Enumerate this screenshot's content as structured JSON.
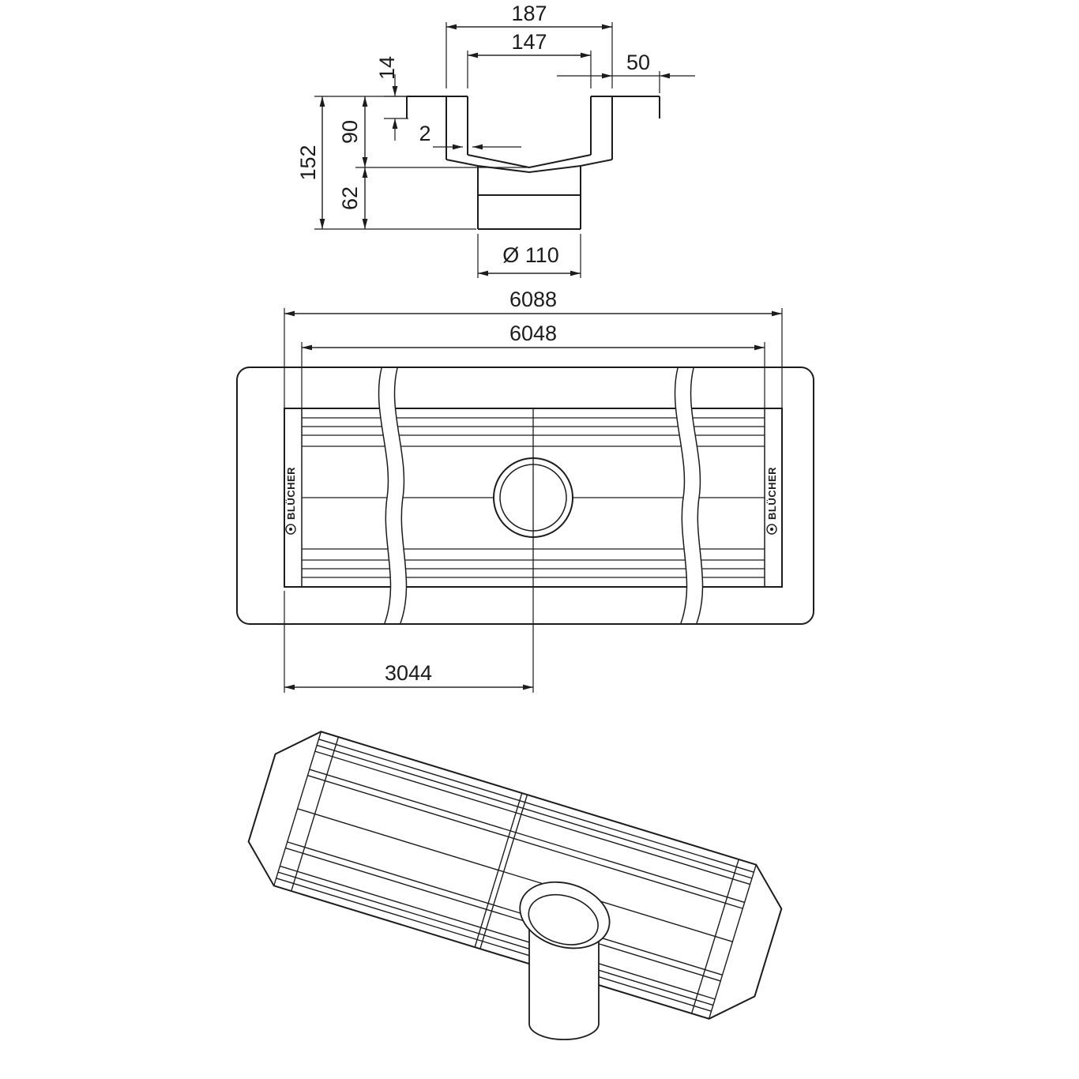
{
  "drawing": {
    "kind": "technical-drawing",
    "line_color": "#1c1c1c",
    "background": "#ffffff"
  },
  "views": {
    "section": {
      "dims": {
        "outer_width": "187",
        "inner_width": "147",
        "flange_width": "50",
        "lip_height": "14",
        "wall_thickness": "2",
        "channel_depth": "90",
        "total_height": "152",
        "outlet_height": "62",
        "outlet_diameter": "Ø 110"
      }
    },
    "plan": {
      "dims": {
        "overall_length": "6088",
        "channel_length": "6048",
        "outlet_position": "3044"
      },
      "brand_left": "BLÜCHER",
      "brand_right": "BLÜCHER"
    }
  }
}
